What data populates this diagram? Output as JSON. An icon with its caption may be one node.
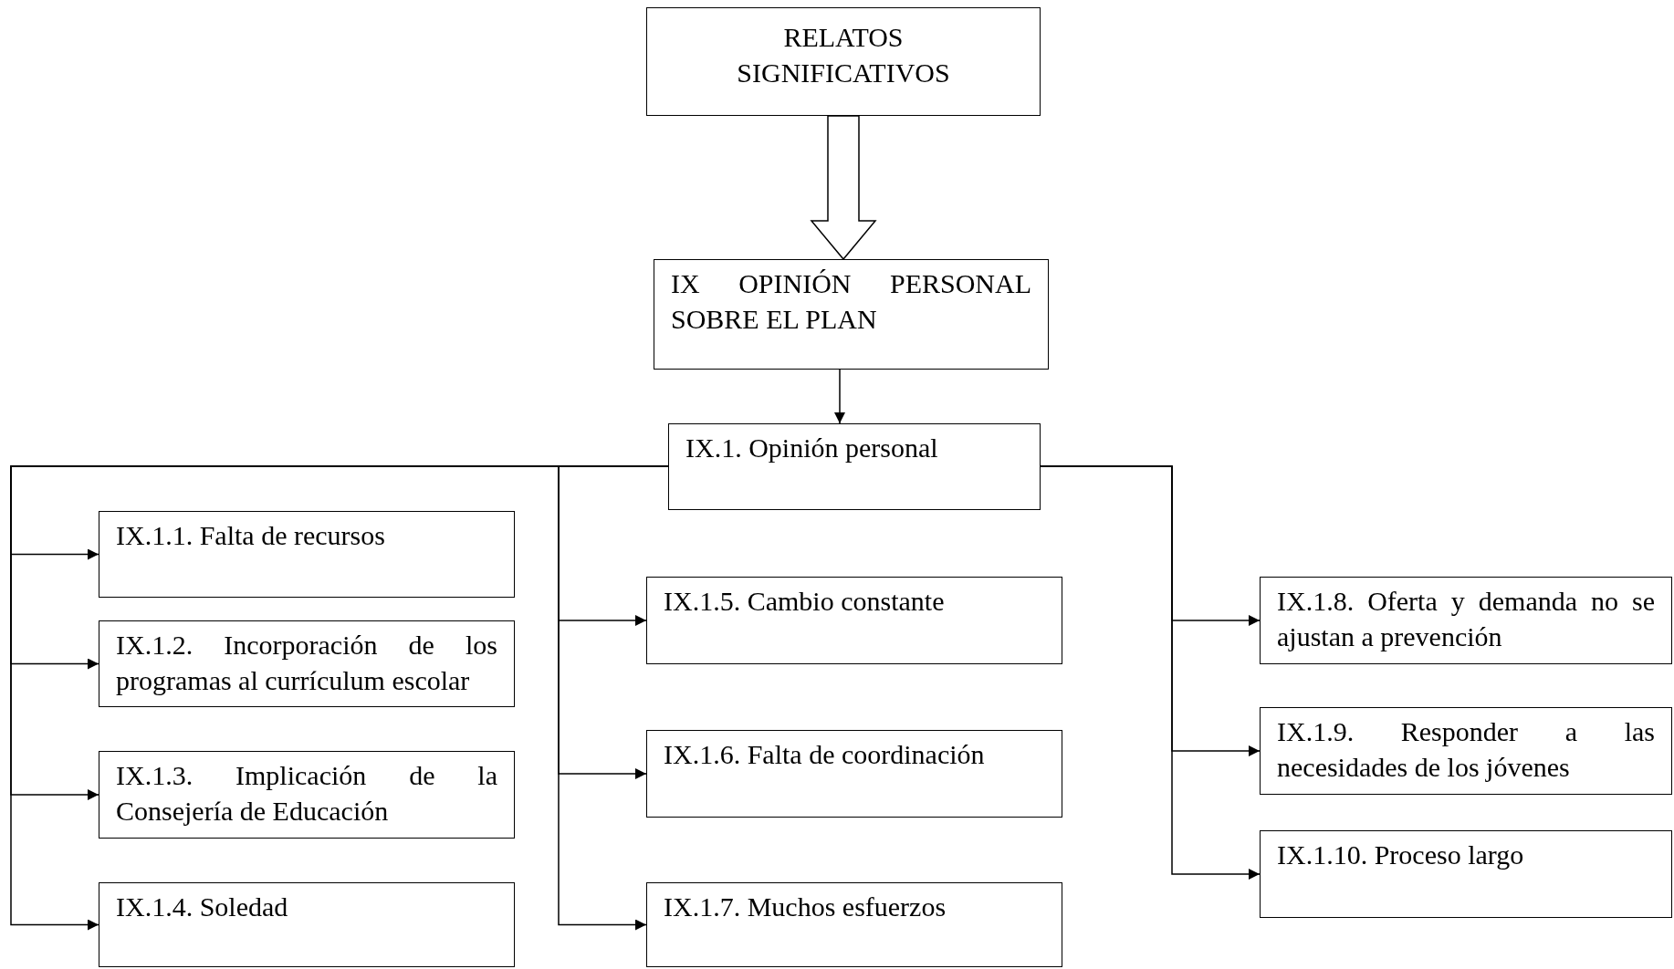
{
  "diagram": {
    "nodes": [
      {
        "text": [
          "RELATOS SIGNIFICATIVOS"
        ]
      },
      {
        "text": [
          "IX OPINIÓN PERSONAL SOBRE EL PLAN"
        ]
      },
      {
        "text": [
          "IX.1. Opinión personal"
        ]
      },
      {
        "text": [
          "IX.1.1. Falta de recursos"
        ]
      },
      {
        "text": [
          "IX.1.2. Incorporación de los programas al currículum escolar"
        ]
      },
      {
        "text": [
          "IX.1.3. Implicación de la Consejería de Educación"
        ]
      },
      {
        "text": [
          "IX.1.4. Soledad"
        ]
      },
      {
        "text": [
          "IX.1.5. Cambio constante"
        ]
      },
      {
        "text": [
          "IX.1.6. Falta de coordinación"
        ]
      },
      {
        "text": [
          "IX.1.7. Muchos esfuerzos"
        ]
      },
      {
        "text": [
          "IX.1.8. Oferta y demanda no se ajustan a prevención"
        ]
      },
      {
        "text": [
          "IX.1.9. Responder a las necesidades de los jóvenes"
        ]
      },
      {
        "text": [
          "IX.1.10. Proceso largo"
        ]
      }
    ],
    "edges": [
      {
        "from": 0,
        "to": 1,
        "arrow": "to",
        "style": "thick"
      },
      {
        "from": 1,
        "to": 2,
        "arrow": "to"
      },
      {
        "from": 2,
        "to": 3,
        "arrow": "to"
      },
      {
        "from": 2,
        "to": 4,
        "arrow": "to"
      },
      {
        "from": 2,
        "to": 5,
        "arrow": "to"
      },
      {
        "from": 2,
        "to": 6,
        "arrow": "to"
      },
      {
        "from": 2,
        "to": 7,
        "arrow": "to"
      },
      {
        "from": 2,
        "to": 8,
        "arrow": "to"
      },
      {
        "from": 2,
        "to": 9,
        "arrow": "to"
      },
      {
        "from": 2,
        "to": 10,
        "arrow": "to"
      },
      {
        "from": 2,
        "to": 11,
        "arrow": "to"
      },
      {
        "from": 2,
        "to": 12,
        "arrow": "to"
      }
    ]
  }
}
